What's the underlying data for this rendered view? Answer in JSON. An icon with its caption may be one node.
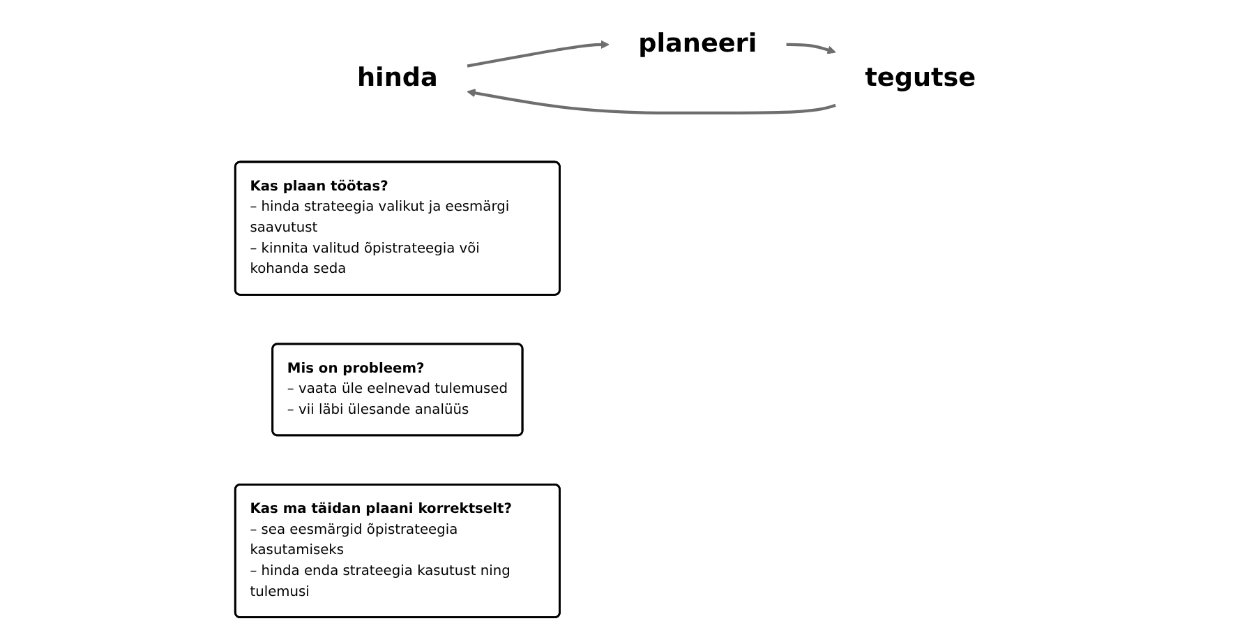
{
  "diagram": {
    "nodes": [
      {
        "text": [
          "hinda"
        ]
      },
      {
        "text": [
          "planeeri"
        ]
      },
      {
        "text": [
          "Kas plaan töötas?",
          "– hinda strateegia valikut ja eesmärgi saavutust",
          "– kinnita valitud õpistrateegia või kohanda seda"
        ]
      },
      {
        "text": [
          "Mis on probleem?",
          "– vaata üle eelnevad tulemused",
          "– vii läbi ülesande analüüs"
        ]
      },
      {
        "text": [
          "tegutse"
        ]
      },
      {
        "text": [
          "Kas ma täidan plaani korrektselt?",
          "– sea eesmärgid õpistrateegia kasutamiseks",
          "– hinda enda strateegia kasutust ning tulemusi"
        ]
      }
    ],
    "edges": [
      {
        "from": 0,
        "to": 1,
        "arrow": "to"
      },
      {
        "from": 1,
        "to": 4,
        "arrow": "to"
      },
      {
        "from": 4,
        "to": 0,
        "arrow": "to"
      }
    ]
  }
}
